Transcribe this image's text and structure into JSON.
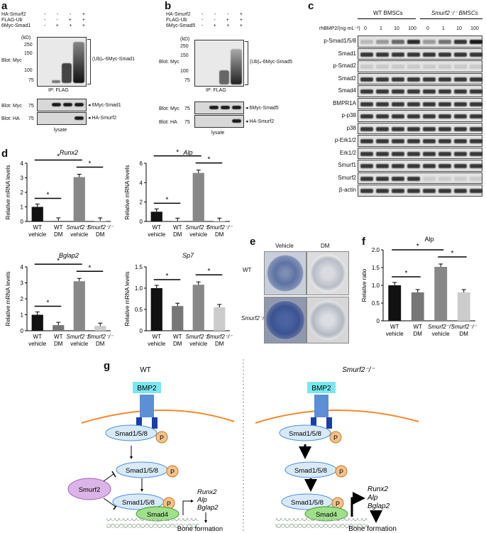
{
  "panels": {
    "a": "a",
    "b": "b",
    "c": "c",
    "d": "d",
    "e": "e",
    "f": "f",
    "g": "g"
  },
  "panel_a": {
    "rows": [
      {
        "label": "HA-Smurf2",
        "signs": [
          "-",
          "-",
          "-",
          "+"
        ]
      },
      {
        "label": "FLAG-Ub",
        "signs": [
          "-",
          "-",
          "+",
          "+"
        ]
      },
      {
        "label": "6Myc-Smad1",
        "signs": [
          "-",
          "+",
          "+",
          "+"
        ]
      }
    ],
    "kd_unit": "(kD)",
    "ticks_top": [
      "250",
      "150",
      "100",
      "75"
    ],
    "blot_label_top": "Blot: Myc",
    "ub_label": "(Ub)ₙ-6Myc-Smad1",
    "ip_label": "IP: FLAG",
    "blot_myc": "Blot: Myc",
    "blot_ha": "Blot: HA",
    "tick_myc": "75",
    "tick_ha": "75",
    "band_myc": "6Myc-Smad1",
    "band_ha": "HA-Smurf2",
    "lysate": "lysate"
  },
  "panel_b": {
    "rows": [
      {
        "label": "HA-Smurf2",
        "signs": [
          "-",
          "-",
          "-",
          "+"
        ]
      },
      {
        "label": "FLAG-Ub",
        "signs": [
          "-",
          "-",
          "+",
          "+"
        ]
      },
      {
        "label": "6Myc-Smad5",
        "signs": [
          "-",
          "+",
          "+",
          "+"
        ]
      }
    ],
    "kd_unit": "(kD)",
    "ticks_top": [
      "250",
      "150",
      "100",
      "75"
    ],
    "blot_label_top": "Blot: Myc",
    "ub_label": "(Ub)ₙ-6Myc-Smad5",
    "ip_label": "IP: FLAG",
    "blot_myc": "Blot: Myc",
    "blot_ha": "Blot: HA",
    "tick_myc": "75",
    "tick_ha": "75",
    "band_myc": "6Myc-Smad5",
    "band_ha": "HA-Smurf2",
    "lysate": "lysate"
  },
  "panel_c": {
    "group_wt": "WT BMSCs",
    "group_ko": "Smurf2⁻/⁻ BMSCs",
    "treatment": "rhBMP2/(ng·mL⁻¹)",
    "doses": [
      "0",
      "1",
      "10",
      "100",
      "0",
      "1",
      "10",
      "100"
    ],
    "blots": [
      "p-Smad1/5/8",
      "Smad1",
      "p-Smad2",
      "Smad2",
      "Smad4",
      "BMPR1A",
      "p-p38",
      "p38",
      "p-Erk1/2",
      "Erk1/2",
      "Smurf1",
      "Smurf2",
      "β-actin"
    ]
  },
  "chart_data": [
    {
      "type": "bar",
      "title": "Runx2",
      "ylabel": "Relative mRNA levels",
      "ylim": [
        0,
        4
      ],
      "yticks": [
        "0",
        "1",
        "2",
        "3",
        "4"
      ],
      "categories": [
        "WT vehicle",
        "WT DM",
        "Smurf2⁻/⁻ vehicle",
        "Smurf2⁻/⁻ DM"
      ],
      "values": [
        1.0,
        0.05,
        3.05,
        0.05
      ],
      "colors": [
        "#111111",
        "#777777",
        "#888888",
        "#cccccc"
      ],
      "significance": "*"
    },
    {
      "type": "bar",
      "title": "Alp",
      "ylabel": "Relative mRNA levels",
      "ylim": [
        0,
        6
      ],
      "yticks": [
        "0",
        "2",
        "4",
        "6"
      ],
      "categories": [
        "WT vehicle",
        "WT DM",
        "Smurf2⁻/⁻ vehicle",
        "Smurf2⁻/⁻ DM"
      ],
      "values": [
        1.0,
        0.05,
        5.0,
        0.05
      ],
      "colors": [
        "#111111",
        "#777777",
        "#888888",
        "#cccccc"
      ],
      "significance": "*"
    },
    {
      "type": "bar",
      "title": "Bglap2",
      "ylabel": "Relative mRNA levels",
      "ylim": [
        0,
        4
      ],
      "yticks": [
        "0",
        "1",
        "2",
        "3",
        "4"
      ],
      "categories": [
        "WT vehicle",
        "WT DM",
        "Smurf2⁻/⁻ vehicle",
        "Smurf2⁻/⁻ DM"
      ],
      "values": [
        1.0,
        0.35,
        3.1,
        0.3
      ],
      "colors": [
        "#111111",
        "#777777",
        "#888888",
        "#cccccc"
      ],
      "significance": "*"
    },
    {
      "type": "bar",
      "title": "Sp7",
      "ylabel": "Relative mRNA levels",
      "ylim": [
        0,
        1.5
      ],
      "yticks": [
        "0",
        "0.5",
        "1.0",
        "1.5"
      ],
      "categories": [
        "WT vehicle",
        "WT DM",
        "Smurf2⁻/⁻ vehicle",
        "Smurf2⁻/⁻ DM"
      ],
      "values": [
        1.0,
        0.58,
        1.08,
        0.55
      ],
      "colors": [
        "#111111",
        "#777777",
        "#888888",
        "#cccccc"
      ],
      "significance": "*"
    },
    {
      "type": "bar",
      "title": "Alp",
      "ylabel": "Relative ratio",
      "ylim": [
        0,
        2.0
      ],
      "yticks": [
        "0",
        "0.5",
        "1.0",
        "1.5",
        "2.0"
      ],
      "categories": [
        "WT vehicle",
        "WT DM",
        "Smurf2⁻/⁻ vehicle",
        "Smurf2⁻/⁻ DM"
      ],
      "values": [
        1.0,
        0.8,
        1.52,
        0.8
      ],
      "colors": [
        "#111111",
        "#777777",
        "#888888",
        "#cccccc"
      ],
      "significance": "*"
    }
  ],
  "panel_e": {
    "col1": "Vehicle",
    "col2": "DM",
    "row1": "WT",
    "row2": "Smurf2⁻/⁻"
  },
  "panel_g": {
    "wt_title": "WT",
    "ko_title": "Smurf2⁻/⁻",
    "bmp2": "BMP2",
    "smad158": "Smad1/5/8",
    "p": "P",
    "smurf2": "Smurf2",
    "smad4": "Smad4",
    "genes": [
      "Runx2",
      "Alp",
      "Bglap2"
    ],
    "outcome": "Bone formation"
  }
}
